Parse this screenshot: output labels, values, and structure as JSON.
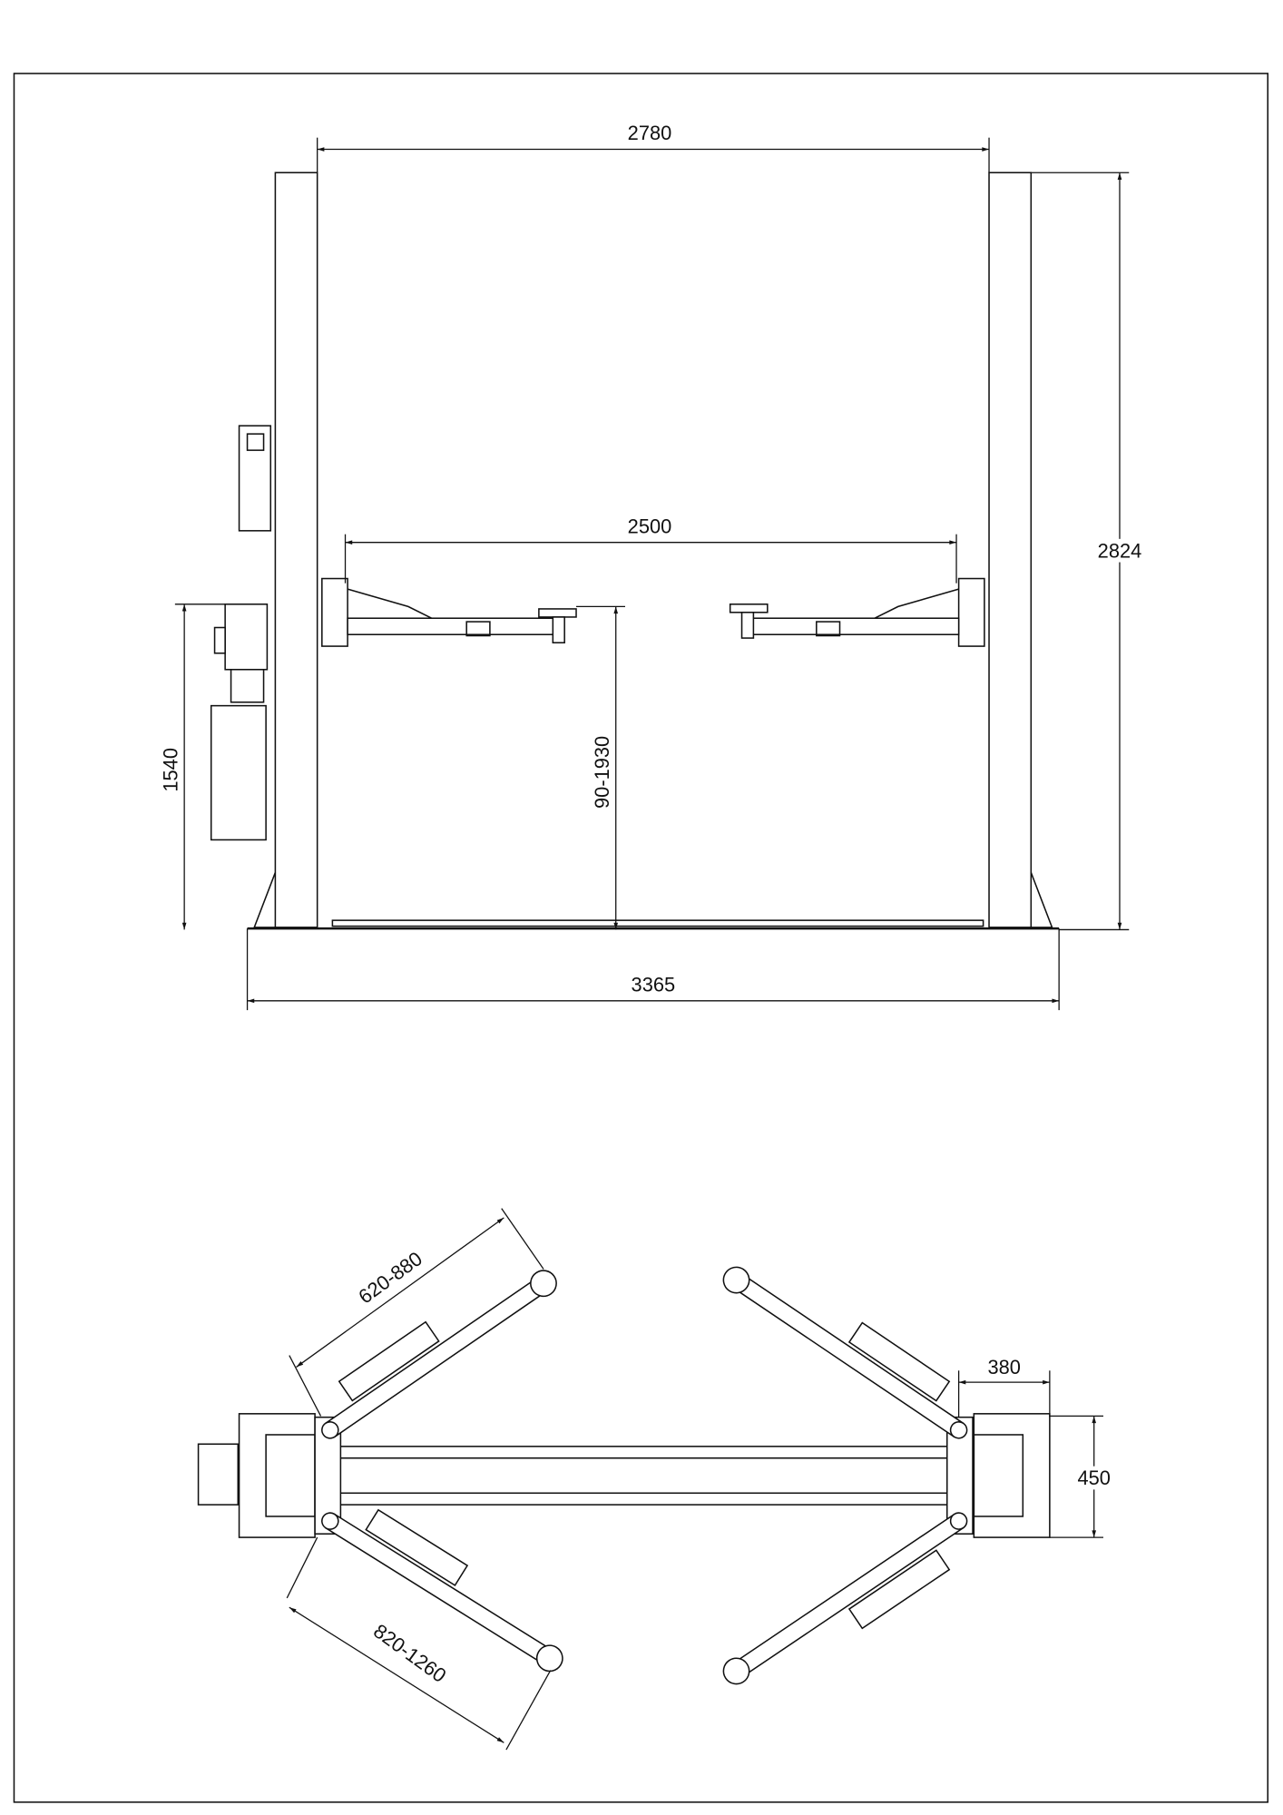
{
  "front_view": {
    "dim_post_spacing": "2780",
    "dim_arm_spacing": "2500",
    "dim_total_height": "2824",
    "dim_power_unit_height": "1540",
    "dim_lift_range": "90-1930",
    "dim_base_width": "3365"
  },
  "top_view": {
    "dim_short_arm": "620-880",
    "dim_long_arm": "820-1260",
    "dim_base_depth": "380",
    "dim_base_width": "450"
  }
}
